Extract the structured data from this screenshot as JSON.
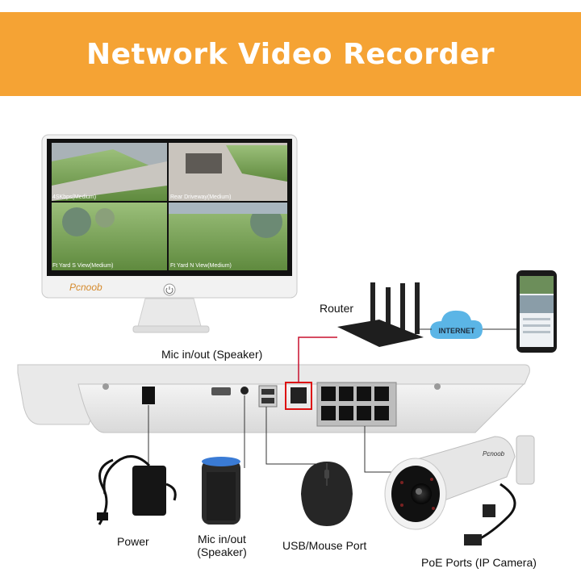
{
  "header": {
    "title": "Network Video Recorder"
  },
  "monitor": {
    "brand": "Pcnoob",
    "feeds": [
      {
        "label": "4SKbps(Medium)"
      },
      {
        "label": "Rear Driveway(Medium)"
      },
      {
        "label": "Ft Yard S View(Medium)"
      },
      {
        "label": "Ft Yard N View(Medium)"
      }
    ]
  },
  "network": {
    "router_label": "Router",
    "cloud_label": "INTERNET"
  },
  "ports": {
    "mic_top": "Mic in/out (Speaker)",
    "power": "Power",
    "mic_bottom_line1": "Mic in/out",
    "mic_bottom_line2": "(Speaker)",
    "usb": "USB/Mouse Port",
    "poe": "PoE Ports (IP Camera)"
  },
  "camera": {
    "brand": "Pcnoob"
  },
  "colors": {
    "banner": "#f5a334",
    "highlight_line": "#c8102e",
    "cloud": "#5bb5e6"
  }
}
